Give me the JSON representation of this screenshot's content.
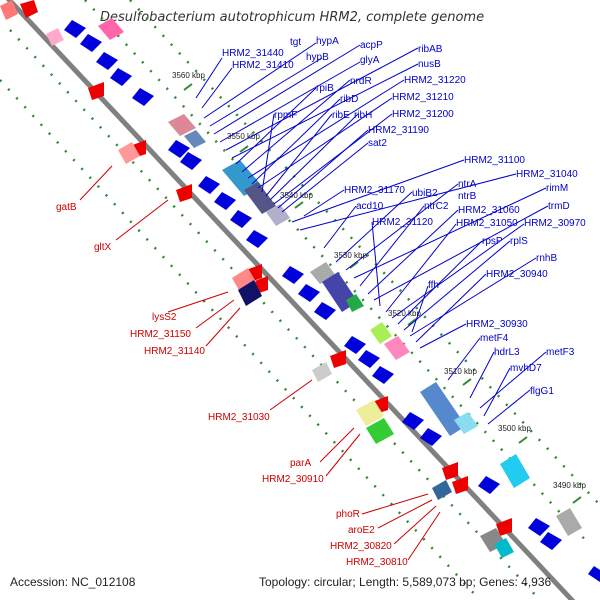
{
  "title": "Desulfobacterium autotrophicum HRM2, complete genome",
  "accession": "Accession: NC_012108",
  "topology": "Topology: circular; Length: 5,589,073 bp; Genes: 4,936",
  "kbp_labels": [
    "3560 kbp",
    "3550 kbp",
    "3540 kbp",
    "3530 kbp",
    "3520 kbp",
    "3510 kbp",
    "3500 kbp",
    "3490 kbp"
  ],
  "forward_genes": [
    "HRM2_31440",
    "tgt",
    "hypA",
    "HRM2_31410",
    "hypB",
    "acpP",
    "glyA",
    "ribAB",
    "nusB",
    "rpiB",
    "nrdR",
    "HRM2_31220",
    "ribD",
    "HRM2_31210",
    "rpmF",
    "ribE",
    "ribH",
    "HRM2_31200",
    "HRM2_31190",
    "sat2",
    "HRM2_31100",
    "HRM2_31040",
    "ubiB2",
    "ntrA",
    "rimM",
    "HRM2_31170",
    "acd10",
    "ntrB",
    "ntrC2",
    "HRM2_31060",
    "trmD",
    "HRM2_31120",
    "HRM2_31050",
    "HRM2_30970",
    "rpsP",
    "rplS",
    "rnhB",
    "ffh",
    "HRM2_30940",
    "HRM2_30930",
    "metF4",
    "hdrL3",
    "metF3",
    "mvhD7",
    "flgG1"
  ],
  "reverse_genes": [
    "gatB",
    "gltX",
    "lysS2",
    "HRM2_31150",
    "HRM2_31140",
    "HRM2_31030",
    "parA",
    "HRM2_30910",
    "phoR",
    "aroE2",
    "HRM2_30820",
    "HRM2_30810"
  ],
  "colors": {
    "forward": "#0000cc",
    "reverse": "#cc0000",
    "backbone": "#808080",
    "ticks": "#2e8b2e"
  }
}
